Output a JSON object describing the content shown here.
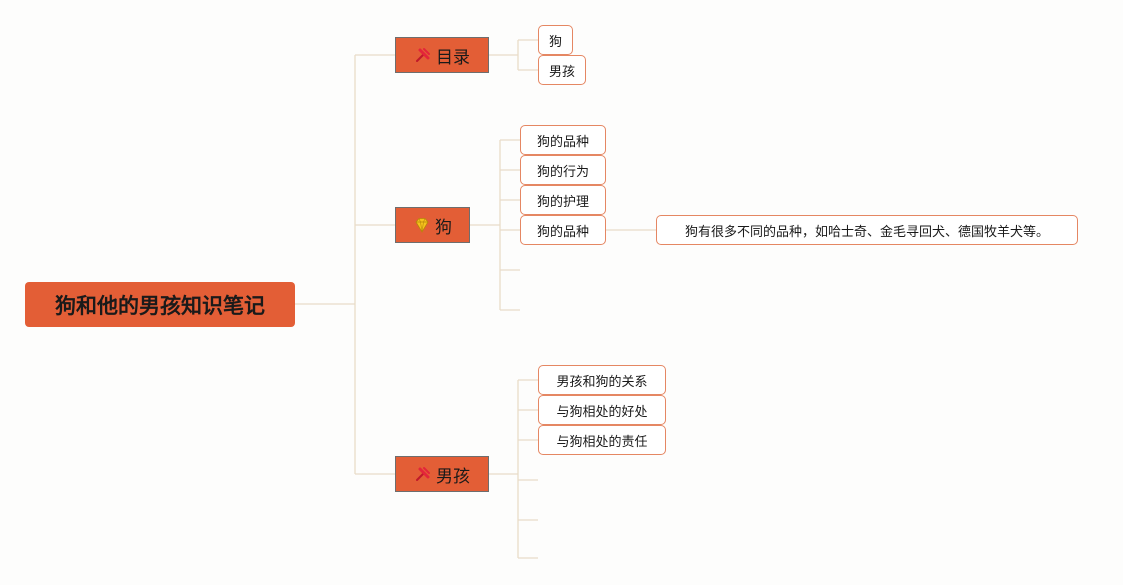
{
  "root": {
    "label": "狗和他的男孩知识笔记"
  },
  "branches": [
    {
      "label": "目录",
      "icon": "pushpin-icon",
      "children": [
        {
          "label": "狗"
        },
        {
          "label": "男孩"
        }
      ]
    },
    {
      "label": "狗",
      "icon": "diamond-icon",
      "children": [
        {
          "label": "狗的品种"
        },
        {
          "label": "狗的行为"
        },
        {
          "label": "狗的护理"
        },
        {
          "label": "狗的品种",
          "detail": "狗有很多不同的品种，如哈士奇、金毛寻回犬、德国牧羊犬等。"
        }
      ]
    },
    {
      "label": "男孩",
      "icon": "pushpin-icon",
      "children": [
        {
          "label": "男孩和狗的关系"
        },
        {
          "label": "与狗相处的好处"
        },
        {
          "label": "与狗相处的责任"
        }
      ]
    }
  ],
  "colors": {
    "node_fill": "#e35e36",
    "leaf_border": "#e58763",
    "connector": "#e9dcc8",
    "background": "#fdfdfc"
  }
}
